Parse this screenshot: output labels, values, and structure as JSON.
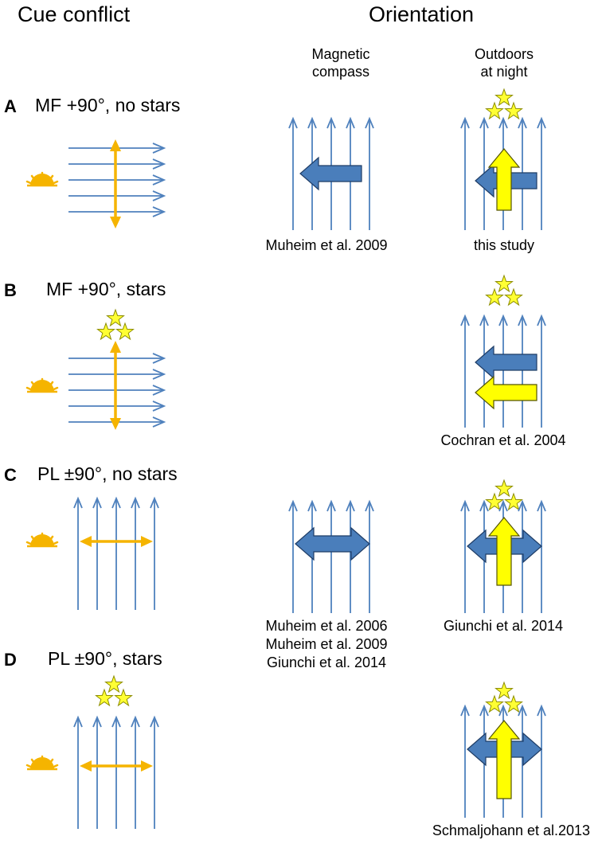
{
  "headers": {
    "cue_conflict": "Cue conflict",
    "orientation": "Orientation",
    "magnetic_compass": [
      "Magnetic",
      "compass"
    ],
    "outdoors_at_night": [
      "Outdoors",
      "at night"
    ]
  },
  "rows": [
    {
      "letter": "A",
      "condition": "MF +90°, no stars",
      "magnetic_citation": [
        "Muheim et al. 2009"
      ],
      "outdoor_citation": [
        "this study"
      ]
    },
    {
      "letter": "B",
      "condition": "MF +90°, stars",
      "magnetic_citation": [],
      "outdoor_citation": [
        "Cochran et al. 2004"
      ]
    },
    {
      "letter": "C",
      "condition": "PL ±90°, no stars",
      "magnetic_citation": [
        "Muheim et al. 2006",
        "Muheim et al. 2009",
        "Giunchi et al. 2014"
      ],
      "outdoor_citation": [
        "Giunchi et al. 2014"
      ]
    },
    {
      "letter": "D",
      "condition": "PL ±90°, stars",
      "magnetic_citation": [],
      "outdoor_citation": [
        "Schmaljohann et al.2013"
      ]
    }
  ],
  "colors": {
    "field_line": "#4f81bd",
    "magnetic_arrow": "#4a7ebb",
    "star_cue_arrow": "#ffff00",
    "polarized_light": "#f5b400",
    "sun": "#f5b400",
    "star": "#ffff33"
  },
  "icons": [
    "sun-icon",
    "star-cluster-icon",
    "magnetic-field-lines",
    "polarized-light-axis"
  ]
}
